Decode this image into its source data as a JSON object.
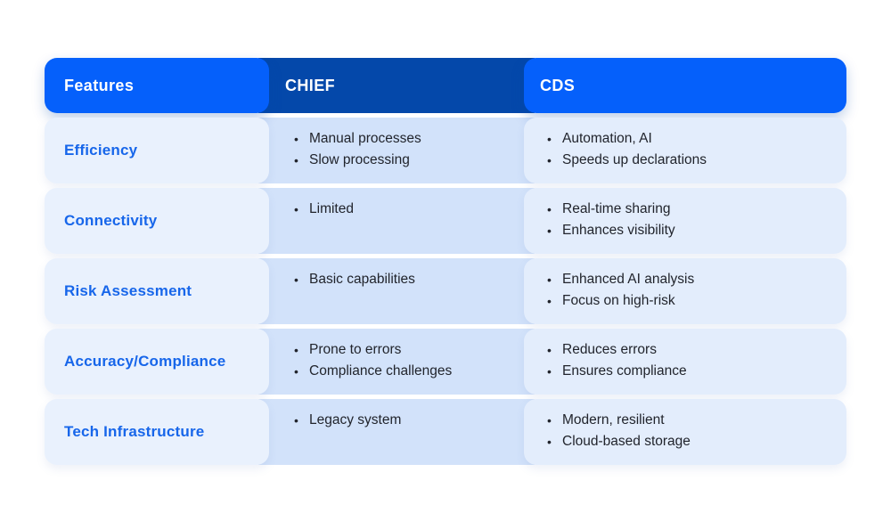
{
  "chart_data": {
    "type": "table",
    "columns": [
      "Features",
      "CHIEF",
      "CDS"
    ],
    "rows": [
      {
        "feature": "Efficiency",
        "chief": [
          "Manual processes",
          "Slow processing"
        ],
        "cds": [
          "Automation, AI",
          "Speeds up declarations"
        ]
      },
      {
        "feature": "Connectivity",
        "chief": [
          "Limited"
        ],
        "cds": [
          "Real-time sharing",
          "Enhances visibility"
        ]
      },
      {
        "feature": "Risk Assessment",
        "chief": [
          "Basic capabilities"
        ],
        "cds": [
          "Enhanced AI analysis",
          "Focus on high-risk"
        ]
      },
      {
        "feature": "Accuracy/Compliance",
        "chief": [
          "Prone to errors",
          "Compliance challenges"
        ],
        "cds": [
          "Reduces errors",
          "Ensures compliance"
        ]
      },
      {
        "feature": "Tech Infrastructure",
        "chief": [
          "Legacy system"
        ],
        "cds": [
          "Modern, resilient",
          "Cloud-based storage"
        ]
      }
    ],
    "layout": {
      "legend": "none",
      "grid": "off"
    }
  },
  "colors": {
    "header_primary": "#0560fb",
    "header_secondary": "#0448aa",
    "feature_bg": "#e9f1fd",
    "chief_bg": "#d2e2fa",
    "cds_bg": "#e3edfc",
    "feature_text": "#1766ea",
    "body_text": "#21242c"
  },
  "bullet": "•"
}
